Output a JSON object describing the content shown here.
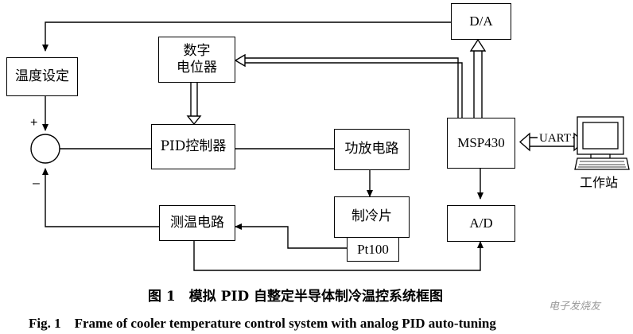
{
  "blocks": {
    "temp_setting": "温度设定",
    "digital_pot_line1": "数字",
    "digital_pot_line2": "电位器",
    "pid_controller": "PID控制器",
    "power_amp": "功放电路",
    "cooler": "制冷片",
    "pt100": "Pt100",
    "temp_measure": "测温电路",
    "da": "D/A",
    "msp430": "MSP430",
    "ad": "A/D",
    "workstation": "工作站"
  },
  "links": {
    "uart": "UART"
  },
  "signs": {
    "plus": "+",
    "minus": "–"
  },
  "caption": {
    "zh": "图 1　模拟 PID 自整定半导体制冷温控系统框图",
    "en": "Fig. 1　Frame of cooler temperature control system with analog PID auto-tuning"
  },
  "watermark": "电子发烧友"
}
